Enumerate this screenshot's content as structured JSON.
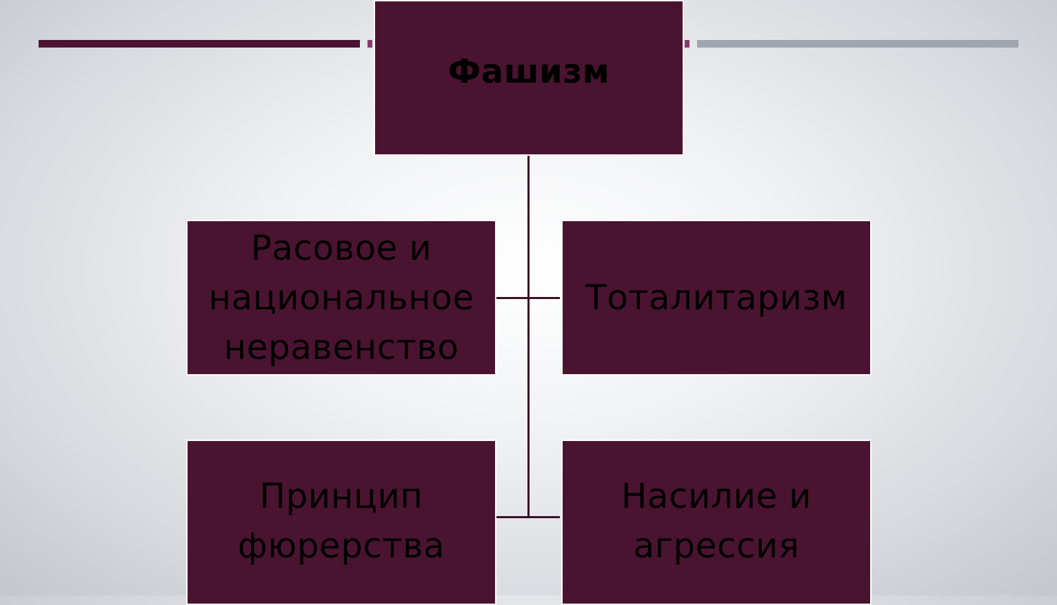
{
  "colors": {
    "box_fill": "#4a1431",
    "accent_left": "#4a1431",
    "accent_dot": "#8a3a66",
    "accent_right": "#9ea5ad",
    "connector": "#3a1024"
  },
  "diagram": {
    "root": {
      "label": "Фашизм"
    },
    "nodes": [
      {
        "label": "Расовое и национальное неравенство"
      },
      {
        "label": "Тоталитаризм"
      },
      {
        "label": "Принцип фюрерства"
      },
      {
        "label": "Насилие и агрессия"
      }
    ]
  }
}
